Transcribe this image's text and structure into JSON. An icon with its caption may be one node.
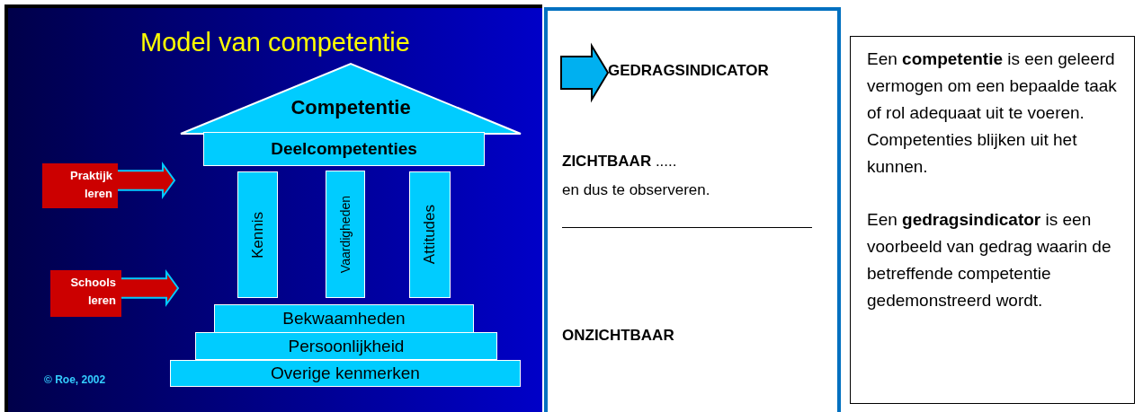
{
  "diagram": {
    "nodes": [
      {
        "text": [
          "Model van competentie"
        ]
      },
      {
        "text": [
          "Competentie"
        ],
        "in": 0
      },
      {
        "text": [
          "Deelcompetenties"
        ],
        "in": 0
      },
      {
        "text": [
          "Kennis"
        ],
        "in": 0
      },
      {
        "text": [
          "Vaardigheden"
        ],
        "in": 0
      },
      {
        "text": [
          "Attitudes"
        ],
        "in": 0
      },
      {
        "text": [
          "Bekwaamheden"
        ],
        "in": 0
      },
      {
        "text": [
          "Persoonlijkheid"
        ],
        "in": 0
      },
      {
        "text": [
          "Overige kenmerken"
        ],
        "in": 0
      },
      {
        "text": [
          "Praktijk leren"
        ],
        "in": 0
      },
      {
        "text": [
          "Schools leren"
        ],
        "in": 0
      },
      {
        "text": [
          "**ZICHTBAAR** .....",
          "en dus te observeren.",
          "ONZICHTBAAR"
        ]
      },
      {
        "text": [
          "GEDRAGSINDICATOR"
        ],
        "in": 11
      },
      {
        "text": [
          "Een **competentie** is een geleerd vermogen om een bepaalde taak of rol adequaat uit te voeren. Competenties blijken uit het kunnen.",
          "Een **gedragsindicator** is een voorbeeld van gedrag waarin de betreffende competentie gedemonstreerd wordt."
        ]
      }
    ],
    "edges": [
      {
        "from": 9,
        "to": null,
        "arrow": "to"
      },
      {
        "from": 10,
        "to": null,
        "arrow": "to"
      },
      {
        "from": null,
        "to": 12,
        "arrow": "to",
        "color": "#00b0f0"
      }
    ],
    "labels": [
      "© Roe, 2002"
    ]
  }
}
